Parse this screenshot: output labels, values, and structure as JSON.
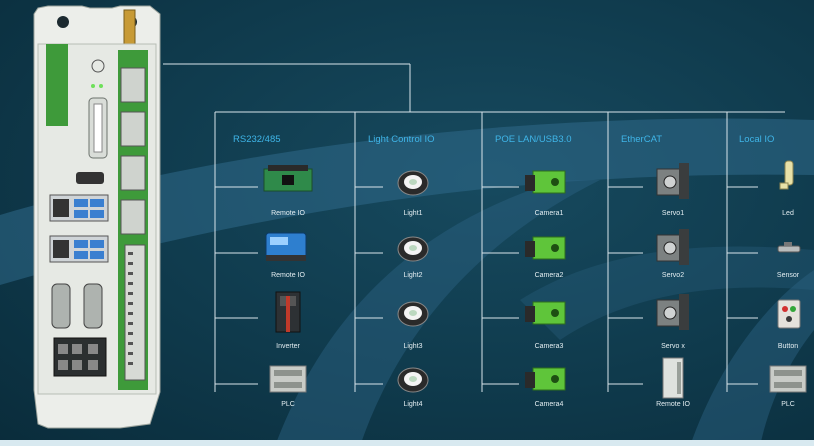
{
  "columns": [
    {
      "header": "RS232/485",
      "items": [
        {
          "label": "Remote IO",
          "icon": "remote-io-board-icon"
        },
        {
          "label": "Remote IO",
          "icon": "remote-io-module-icon"
        },
        {
          "label": "Inverter",
          "icon": "inverter-icon"
        },
        {
          "label": "PLC",
          "icon": "plc-icon"
        }
      ]
    },
    {
      "header": "Light Control IO",
      "items": [
        {
          "label": "Light1",
          "icon": "ring-light-icon"
        },
        {
          "label": "Light2",
          "icon": "ring-light-icon"
        },
        {
          "label": "Light3",
          "icon": "ring-light-icon"
        },
        {
          "label": "Light4",
          "icon": "ring-light-icon"
        }
      ]
    },
    {
      "header": "POE LAN/USB3.0",
      "items": [
        {
          "label": "Camera1",
          "icon": "camera-icon"
        },
        {
          "label": "Camera2",
          "icon": "camera-icon"
        },
        {
          "label": "Camera3",
          "icon": "camera-icon"
        },
        {
          "label": "Camera4",
          "icon": "camera-icon"
        }
      ]
    },
    {
      "header": "EtherCAT",
      "items": [
        {
          "label": "Servo1",
          "icon": "servo-motor-icon"
        },
        {
          "label": "Servo2",
          "icon": "servo-motor-icon"
        },
        {
          "label": "Servo x",
          "icon": "servo-motor-icon"
        },
        {
          "label": "Remote IO",
          "icon": "remote-io-cabinet-icon"
        }
      ]
    },
    {
      "header": "Local IO",
      "items": [
        {
          "label": "Led",
          "icon": "led-icon"
        },
        {
          "label": "Sensor",
          "icon": "sensor-icon"
        },
        {
          "label": "Button",
          "icon": "button-box-icon"
        },
        {
          "label": "PLC",
          "icon": "plc-icon"
        }
      ]
    }
  ],
  "colors": {
    "header": "#3fb5e8",
    "line": "#d8e4ea",
    "device_body": "#eef1ec",
    "device_green": "#3e9a3a"
  }
}
